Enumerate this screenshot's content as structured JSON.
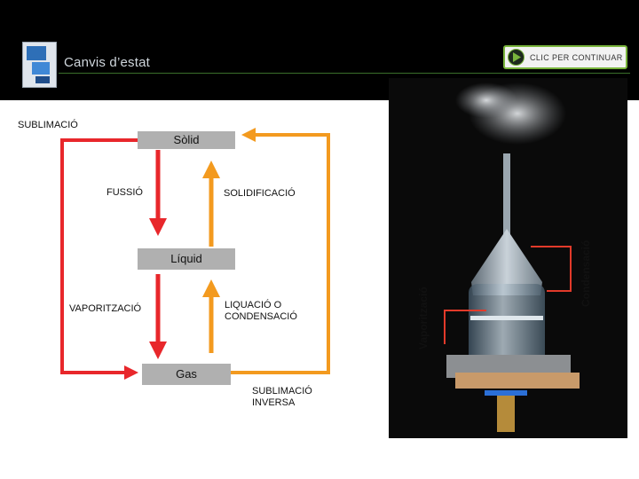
{
  "header": {
    "title": "Canvis d’estat",
    "continue_label": "CLIC PER CONTINUAR"
  },
  "diagram": {
    "states": {
      "solid": "Sòlid",
      "liquid": "Líquid",
      "gas": "Gas"
    },
    "processes": {
      "sublimation": "SUBLIMACIÓ",
      "fusion": "FUSSIÓ",
      "solidification": "SOLIDIFICACIÓ",
      "vaporization": "VAPORITZACIÓ",
      "liquefaction_1": "LIQUACIÓ O",
      "liquefaction_2": "CONDENSACIÓ",
      "inverse_sublimation_1": "SUBLIMACIÓ",
      "inverse_sublimation_2": "INVERSA"
    }
  },
  "photo": {
    "label_vaporization": "Vaporització",
    "label_condensation": "Condensació"
  },
  "colors": {
    "header_bg": "#000000",
    "accent_green": "#79b43c",
    "arrow_red": "#e8272b",
    "arrow_orange": "#f39a1f",
    "state_box": "#b0b0b0"
  }
}
